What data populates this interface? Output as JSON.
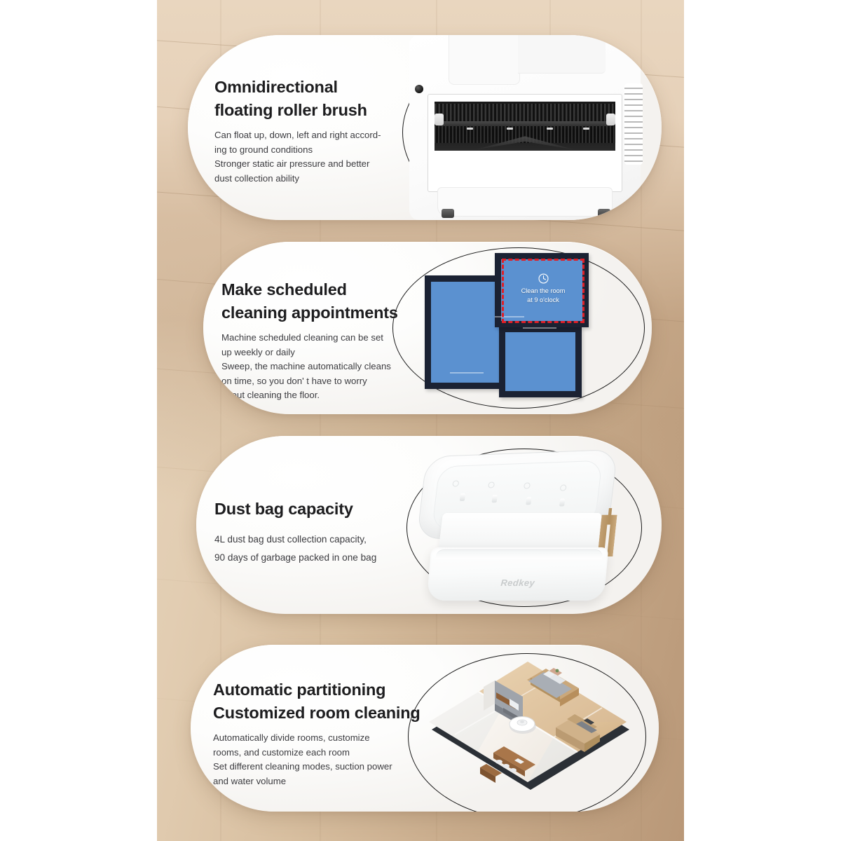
{
  "page": {
    "background_color": "#b79878",
    "card_color": "#ffffff"
  },
  "cards": [
    {
      "id": "roller-brush",
      "headline_line1": "Omnidirectional",
      "headline_line2": "floating roller brush",
      "body": [
        "Can float up, down, left and right accord-",
        "ing to ground conditions",
        "Stronger static air pressure and better",
        "dust collection ability"
      ],
      "image_alt": "robot-vacuum-underside-roller-brush"
    },
    {
      "id": "scheduled-cleaning",
      "headline_line1": "Make scheduled",
      "headline_line2": "cleaning appointments",
      "body": [
        "Machine scheduled cleaning can be set",
        "up weekly or daily",
        "Sweep, the machine automatically cleans",
        "on time, so you don'  t have to worry",
        "about cleaning the floor."
      ],
      "image_alt": "floor-plan-map-with-schedule",
      "map": {
        "selection_label_line1": "Clean the room",
        "selection_label_line2": "at 9 o'clock",
        "icon": "clock-icon",
        "room_fill_color": "#5b91d0",
        "wall_color": "#1b2233",
        "selection_border_color": "#e01f26"
      }
    },
    {
      "id": "dust-bag",
      "headline_line1": "Dust bag capacity",
      "headline_line2": "",
      "body": [
        "4L dust bag dust collection capacity,",
        "90 days of garbage packed in one bag"
      ],
      "image_alt": "dust-bag-compartment",
      "brand_text": "Redkey"
    },
    {
      "id": "auto-partitioning",
      "headline_line1": "Automatic partitioning",
      "headline_line2": "Customized room cleaning",
      "body": [
        "Automatically divide rooms, customize",
        "rooms, and customize each room",
        "Set different cleaning modes, suction power",
        "and water volume"
      ],
      "image_alt": "isometric-home-floorplan-with-robot-vacuum"
    }
  ]
}
